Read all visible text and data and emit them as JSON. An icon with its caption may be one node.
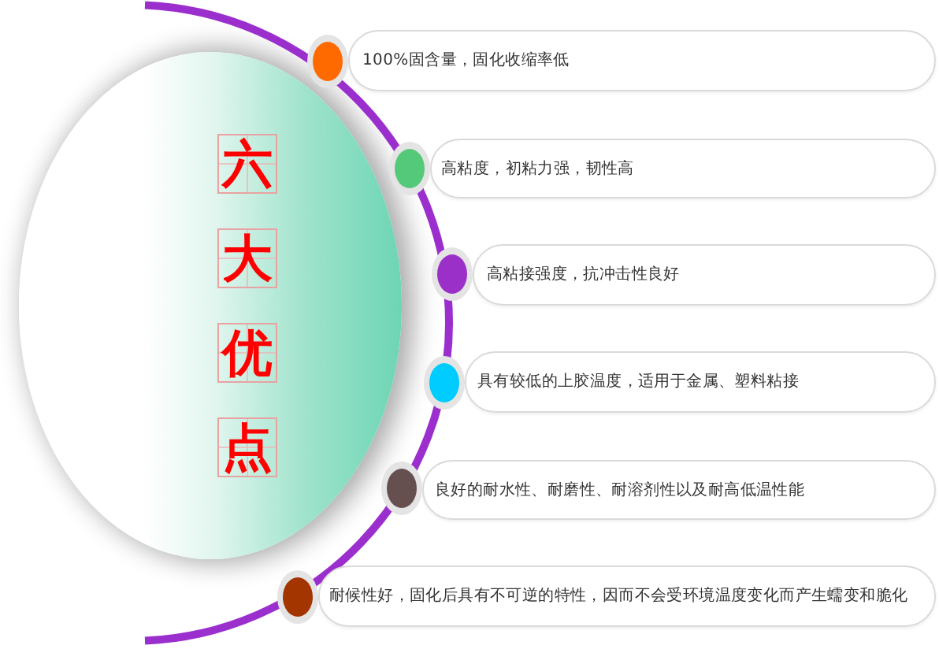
{
  "diagram": {
    "nodes": [
      {
        "text": [
          "六大优点"
        ]
      },
      {
        "text": [
          "100%固含量，固化收缩率低"
        ]
      },
      {
        "text": [
          "高粘度，初粘力强，韧性高"
        ]
      },
      {
        "text": [
          "高粘接强度，抗冲击性良好"
        ]
      },
      {
        "text": [
          "具有较低的上胶温度，适用于金属、塑料粘接"
        ]
      },
      {
        "text": [
          "良好的耐水性、耐磨性、耐溶剂性以及耐高低温性能"
        ]
      },
      {
        "text": [
          "耐候性好，固化后具有不可逆的特性，因而不会受环境温度变化而产生蠕变和脆化"
        ]
      }
    ]
  }
}
